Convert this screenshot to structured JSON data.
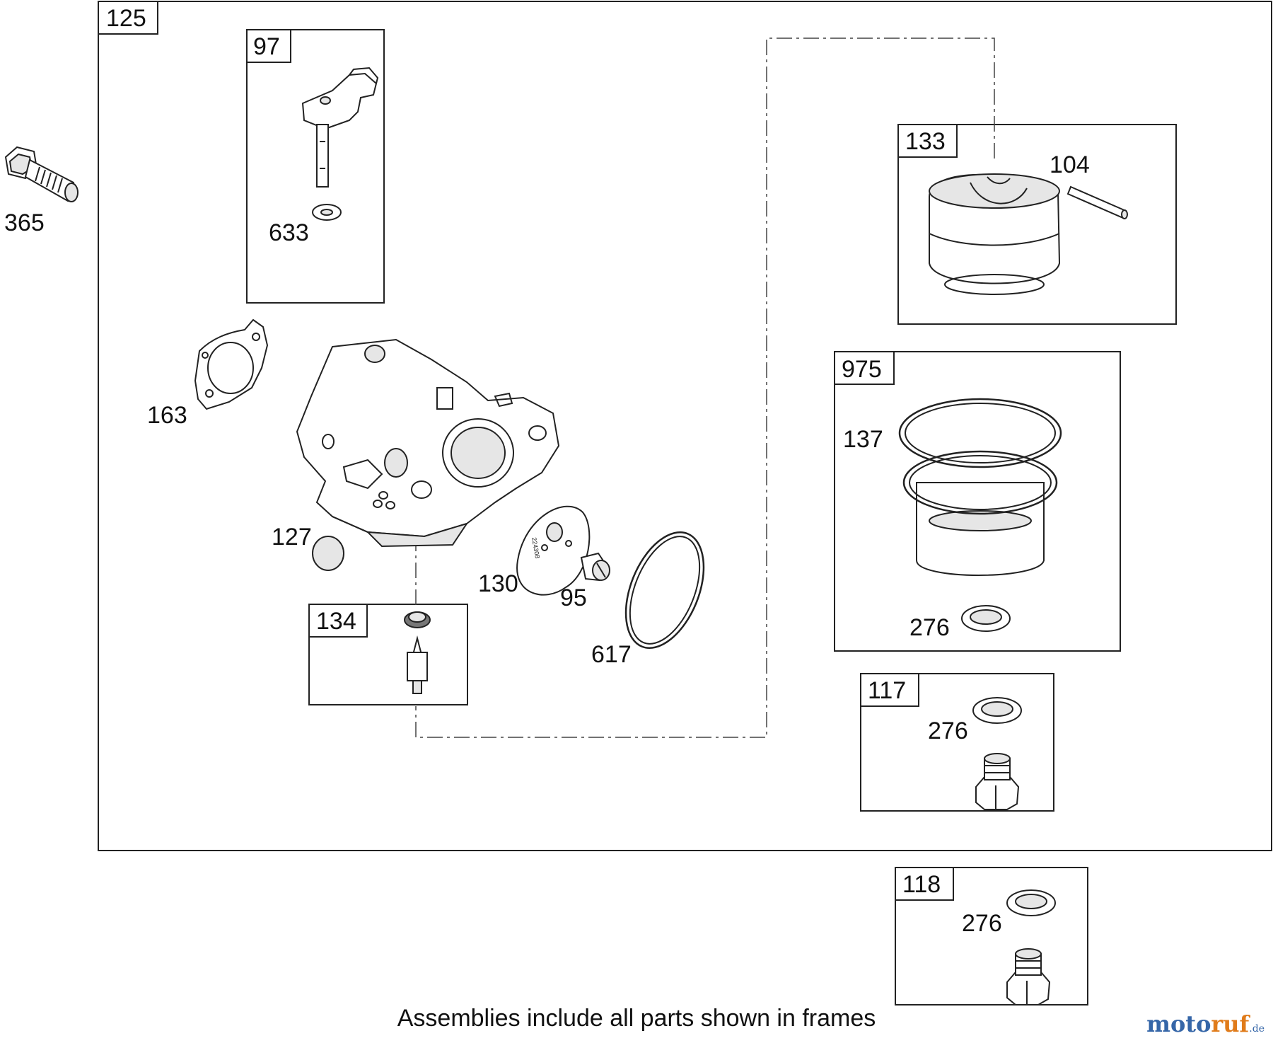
{
  "frames": [
    {
      "id": "frame-125",
      "tag": "125"
    },
    {
      "id": "frame-97",
      "tag": "97"
    },
    {
      "id": "frame-133",
      "tag": "133"
    },
    {
      "id": "frame-975",
      "tag": "975"
    },
    {
      "id": "frame-134",
      "tag": "134"
    },
    {
      "id": "frame-117",
      "tag": "117"
    },
    {
      "id": "frame-118",
      "tag": "118"
    }
  ],
  "parts": [
    {
      "id": "bolt",
      "label": "365"
    },
    {
      "id": "throttle-shaft",
      "label": "633"
    },
    {
      "id": "gasket",
      "label": "163"
    },
    {
      "id": "float-bowl",
      "label": "104"
    },
    {
      "id": "o-ring-bowl",
      "label": "137"
    },
    {
      "id": "washer-975",
      "label": "276"
    },
    {
      "id": "washer-117",
      "label": "276"
    },
    {
      "id": "washer-118",
      "label": "276"
    },
    {
      "id": "welch-plug",
      "label": "127"
    },
    {
      "id": "choke-plate",
      "label": "130"
    },
    {
      "id": "screw",
      "label": "95"
    },
    {
      "id": "o-ring",
      "label": "617"
    }
  ],
  "caption": "Assemblies include all parts shown in frames",
  "brand": {
    "part1": "moto",
    "part2": "ruf",
    "part3": ".de"
  }
}
